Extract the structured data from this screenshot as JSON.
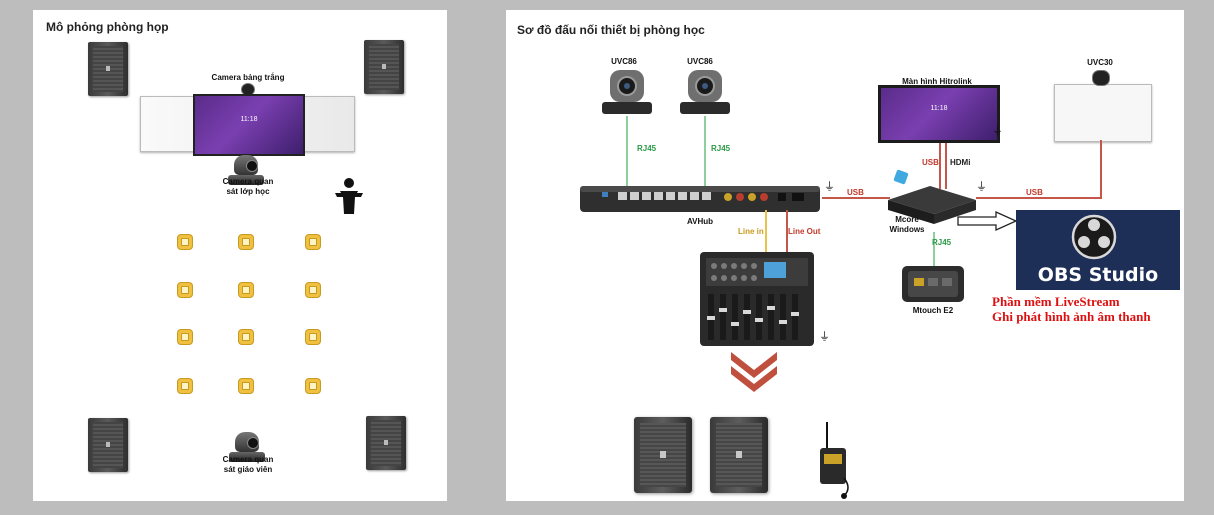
{
  "left_panel": {
    "title": "Mô phỏng phòng họp",
    "whiteboard_camera_label": "Camera bảng trắng",
    "class_camera_label_line1": "Camera quan",
    "class_camera_label_line2": "sát lớp học",
    "teacher_camera_label_line1": "Camera quan",
    "teacher_camera_label_line2": "sát giáo viên",
    "screen_time": "11:18"
  },
  "right_panel": {
    "title": "Sơ đồ đấu nối thiết bị phòng học",
    "camera1_label": "UVC86",
    "camera2_label": "UVC86",
    "display_label": "Màn hình Hitrolink",
    "display_time": "11:18",
    "uvc30_label": "UVC30",
    "rj45_label_1": "RJ45",
    "rj45_label_2": "RJ45",
    "rj45_label_3": "RJ45",
    "usb_label_1": "USB",
    "usb_label_2": "USB",
    "usb_label_3": "USB",
    "hdmi_label": "HDMi",
    "avhub_label": "AVHub",
    "line_in_label": "Line in",
    "line_out_label": "Line Out",
    "mcore_label_line1": "Mcore",
    "mcore_label_line2": "Windows",
    "mtouch_label": "Mtouch E2",
    "obs_text": "OBS Studio",
    "software_line1": "Phần mềm LiveStream",
    "software_line2": "Ghi phát hình ảnh âm thanh"
  },
  "colors": {
    "rj45": "#2a9a46",
    "usb": "#c0392b",
    "line_in": "#c99a1b",
    "arrow": "#c0503e",
    "obs_bg": "#1e2f57"
  }
}
